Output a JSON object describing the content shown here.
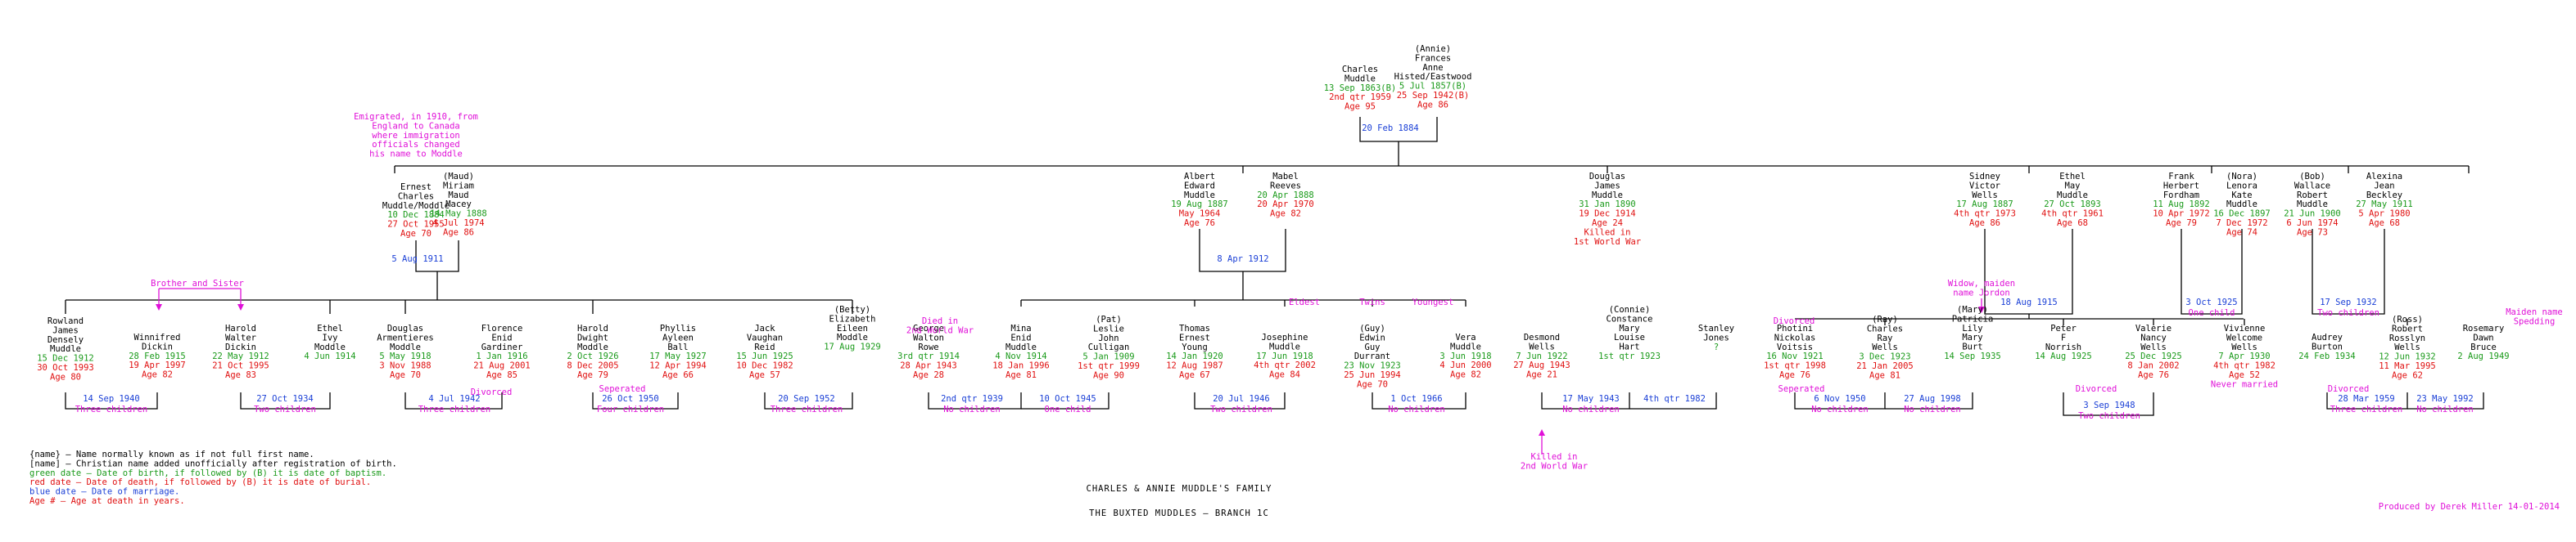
{
  "chart_data": {
    "type": "family-tree"
  },
  "title": {
    "line1": "CHARLES & ANNIE MUDDLE'S FAMILY",
    "line2": "THE BUXTED MUDDLES – BRANCH 1C"
  },
  "credit": "Produced by Derek Miller 14-01-2014",
  "legend": [
    {
      "text": "{name} – Name normally known as if not full first name.",
      "color": "k"
    },
    {
      "text": "[name] – Christian name added unofficially after registration of birth.",
      "color": "k"
    },
    {
      "text": "green date – Date of birth, if followed by (B) it is date of baptism.",
      "color": "g"
    },
    {
      "text": "red date – Date of death, if followed by (B) it is date of burial.",
      "color": "r"
    },
    {
      "text": "blue date – Date of marriage.",
      "color": "b"
    },
    {
      "text": "Age # – Age at death in years.",
      "color": "r"
    }
  ],
  "people": [
    {
      "id": "charles",
      "lines": [
        [
          "Charles",
          "k"
        ],
        [
          "Muddle",
          "k"
        ],
        [
          "13 Sep 1863(B)",
          "g"
        ],
        [
          "2nd qtr 1959",
          "r"
        ],
        [
          "Age 95",
          "r"
        ]
      ]
    },
    {
      "id": "annie",
      "lines": [
        [
          "(Annie)",
          "k"
        ],
        [
          "Frances",
          "k"
        ],
        [
          "Anne",
          "k"
        ],
        [
          "Histed/Eastwood",
          "k"
        ],
        [
          "5 Jul 1857(B)",
          "g"
        ],
        [
          "25 Sep 1942(B)",
          "r"
        ],
        [
          "Age 86",
          "r"
        ]
      ]
    },
    {
      "id": "ernest",
      "lines": [
        [
          "Ernest",
          "k"
        ],
        [
          "Charles",
          "k"
        ],
        [
          "Muddle/Moddle",
          "k"
        ],
        [
          "10 Dec 1884",
          "g"
        ],
        [
          "27 Oct 1955",
          "r"
        ],
        [
          "Age 70",
          "r"
        ]
      ]
    },
    {
      "id": "maud",
      "lines": [
        [
          "(Maud)",
          "k"
        ],
        [
          "Miriam",
          "k"
        ],
        [
          "Maud",
          "k"
        ],
        [
          "Macey",
          "k"
        ],
        [
          "14 May 1888",
          "g"
        ],
        [
          "4 Jul 1974",
          "r"
        ],
        [
          "Age 86",
          "r"
        ]
      ]
    },
    {
      "id": "albert",
      "lines": [
        [
          "Albert",
          "k"
        ],
        [
          "Edward",
          "k"
        ],
        [
          "Muddle",
          "k"
        ],
        [
          "19 Aug 1887",
          "g"
        ],
        [
          "May 1964",
          "r"
        ],
        [
          "Age 76",
          "r"
        ]
      ]
    },
    {
      "id": "mabel",
      "lines": [
        [
          "Mabel",
          "k"
        ],
        [
          "Reeves",
          "k"
        ],
        [
          "20 Apr 1888",
          "g"
        ],
        [
          "20 Apr 1970",
          "r"
        ],
        [
          "Age 82",
          "r"
        ]
      ]
    },
    {
      "id": "douglas",
      "lines": [
        [
          "Douglas",
          "k"
        ],
        [
          "James",
          "k"
        ],
        [
          "Muddle",
          "k"
        ],
        [
          "31 Jan 1890",
          "g"
        ],
        [
          "19 Dec 1914",
          "r"
        ],
        [
          "Age 24",
          "r"
        ],
        [
          "Killed in",
          "r"
        ],
        [
          "1st World War",
          "r"
        ]
      ]
    },
    {
      "id": "sidney",
      "lines": [
        [
          "Sidney",
          "k"
        ],
        [
          "Victor",
          "k"
        ],
        [
          "Wells",
          "k"
        ],
        [
          "17 Aug 1887",
          "g"
        ],
        [
          "4th qtr 1973",
          "r"
        ],
        [
          "Age 86",
          "r"
        ]
      ]
    },
    {
      "id": "ethelmay",
      "lines": [
        [
          "Ethel",
          "k"
        ],
        [
          "May",
          "k"
        ],
        [
          "Muddle",
          "k"
        ],
        [
          "27 Oct 1893",
          "g"
        ],
        [
          "4th qtr 1961",
          "r"
        ],
        [
          "Age 68",
          "r"
        ]
      ]
    },
    {
      "id": "frank",
      "lines": [
        [
          "Frank",
          "k"
        ],
        [
          "Herbert",
          "k"
        ],
        [
          "Fordham",
          "k"
        ],
        [
          "11 Aug 1892",
          "g"
        ],
        [
          "10 Apr 1972",
          "r"
        ],
        [
          "Age 79",
          "r"
        ]
      ]
    },
    {
      "id": "nora",
      "lines": [
        [
          "(Nora)",
          "k"
        ],
        [
          "Lenora",
          "k"
        ],
        [
          "Kate",
          "k"
        ],
        [
          "Muddle",
          "k"
        ],
        [
          "16 Dec 1897",
          "g"
        ],
        [
          "7 Dec 1972",
          "r"
        ],
        [
          "Age 74",
          "r"
        ]
      ]
    },
    {
      "id": "bob",
      "lines": [
        [
          "(Bob)",
          "k"
        ],
        [
          "Wallace",
          "k"
        ],
        [
          "Robert",
          "k"
        ],
        [
          "Muddle",
          "k"
        ],
        [
          "21 Jun 1900",
          "g"
        ],
        [
          "6 Jun 1974",
          "r"
        ],
        [
          "Age 73",
          "r"
        ]
      ]
    },
    {
      "id": "alexina",
      "lines": [
        [
          "Alexina",
          "k"
        ],
        [
          "Jean",
          "k"
        ],
        [
          "Beckley",
          "k"
        ],
        [
          "27 May 1911",
          "g"
        ],
        [
          "5 Apr 1980",
          "r"
        ],
        [
          "Age 68",
          "r"
        ]
      ]
    },
    {
      "id": "rowland",
      "lines": [
        [
          "Rowland",
          "k"
        ],
        [
          "James",
          "k"
        ],
        [
          "Densely",
          "k"
        ],
        [
          "Muddle",
          "k"
        ],
        [
          "15 Dec 1912",
          "g"
        ],
        [
          "30 Oct 1993",
          "r"
        ],
        [
          "Age 80",
          "r"
        ]
      ]
    },
    {
      "id": "winnifred",
      "lines": [
        [
          "Winnifred",
          "k"
        ],
        [
          "Dickin",
          "k"
        ],
        [
          "28 Feb 1915",
          "g"
        ],
        [
          "19 Apr 1997",
          "r"
        ],
        [
          "Age 82",
          "r"
        ]
      ]
    },
    {
      "id": "harold_d",
      "lines": [
        [
          "Harold",
          "k"
        ],
        [
          "Walter",
          "k"
        ],
        [
          "Dickin",
          "k"
        ],
        [
          "22 May 1912",
          "g"
        ],
        [
          "21 Oct 1995",
          "r"
        ],
        [
          "Age 83",
          "r"
        ]
      ]
    },
    {
      "id": "ethel_ivy",
      "lines": [
        [
          "Ethel",
          "k"
        ],
        [
          "Ivy",
          "k"
        ],
        [
          "Moddle",
          "k"
        ],
        [
          "4 Jun 1914",
          "g"
        ]
      ]
    },
    {
      "id": "douglas_a",
      "lines": [
        [
          "Douglas",
          "k"
        ],
        [
          "Armentieres",
          "k"
        ],
        [
          "Moddle",
          "k"
        ],
        [
          "5 May 1918",
          "g"
        ],
        [
          "3 Nov 1988",
          "r"
        ],
        [
          "Age 70",
          "r"
        ]
      ]
    },
    {
      "id": "florence",
      "lines": [
        [
          "Florence",
          "k"
        ],
        [
          "Enid",
          "k"
        ],
        [
          "Gardiner",
          "k"
        ],
        [
          "1 Jan 1916",
          "g"
        ],
        [
          "21 Aug 2001",
          "r"
        ],
        [
          "Age 85",
          "r"
        ]
      ]
    },
    {
      "id": "harold_m",
      "lines": [
        [
          "Harold",
          "k"
        ],
        [
          "Dwight",
          "k"
        ],
        [
          "Moddle",
          "k"
        ],
        [
          "2 Oct 1926",
          "g"
        ],
        [
          "8 Dec 2005",
          "r"
        ],
        [
          "Age 79",
          "r"
        ]
      ]
    },
    {
      "id": "phyllis",
      "lines": [
        [
          "Phyllis",
          "k"
        ],
        [
          "Ayleen",
          "k"
        ],
        [
          "Ball",
          "k"
        ],
        [
          "17 May 1927",
          "g"
        ],
        [
          "12 Apr 1994",
          "r"
        ],
        [
          "Age 66",
          "r"
        ]
      ]
    },
    {
      "id": "jack",
      "lines": [
        [
          "Jack",
          "k"
        ],
        [
          "Vaughan",
          "k"
        ],
        [
          "Reid",
          "k"
        ],
        [
          "15 Jun 1925",
          "g"
        ],
        [
          "10 Dec 1982",
          "r"
        ],
        [
          "Age 57",
          "r"
        ]
      ]
    },
    {
      "id": "betty",
      "lines": [
        [
          "(Betty)",
          "k"
        ],
        [
          "Elizabeth",
          "k"
        ],
        [
          "Eileen",
          "k"
        ],
        [
          "Moddle",
          "k"
        ],
        [
          "17 Aug 1929",
          "g"
        ]
      ]
    },
    {
      "id": "george",
      "lines": [
        [
          "George",
          "k"
        ],
        [
          "Walton",
          "k"
        ],
        [
          "Rowe",
          "k"
        ],
        [
          "3rd qtr 1914",
          "g"
        ],
        [
          "28 Apr 1943",
          "r"
        ],
        [
          "Age 28",
          "r"
        ]
      ]
    },
    {
      "id": "mina",
      "lines": [
        [
          "Mina",
          "k"
        ],
        [
          "Enid",
          "k"
        ],
        [
          "Muddle",
          "k"
        ],
        [
          "4 Nov 1914",
          "g"
        ],
        [
          "18 Jan 1996",
          "r"
        ],
        [
          "Age 81",
          "r"
        ]
      ]
    },
    {
      "id": "pat",
      "lines": [
        [
          "(Pat)",
          "k"
        ],
        [
          "Leslie",
          "k"
        ],
        [
          "John",
          "k"
        ],
        [
          "Culligan",
          "k"
        ],
        [
          "5 Jan 1909",
          "g"
        ],
        [
          "1st qtr 1999",
          "r"
        ],
        [
          "Age 90",
          "r"
        ]
      ]
    },
    {
      "id": "thomas",
      "lines": [
        [
          "Thomas",
          "k"
        ],
        [
          "Ernest",
          "k"
        ],
        [
          "Young",
          "k"
        ],
        [
          "14 Jan 1920",
          "g"
        ],
        [
          "12 Aug 1987",
          "r"
        ],
        [
          "Age 67",
          "r"
        ]
      ]
    },
    {
      "id": "josephine",
      "lines": [
        [
          "Josephine",
          "k"
        ],
        [
          "Muddle",
          "k"
        ],
        [
          "17 Jun 1918",
          "g"
        ],
        [
          "4th qtr 2002",
          "r"
        ],
        [
          "Age 84",
          "r"
        ]
      ]
    },
    {
      "id": "guy",
      "lines": [
        [
          "(Guy)",
          "k"
        ],
        [
          "Edwin",
          "k"
        ],
        [
          "Guy",
          "k"
        ],
        [
          "Durrant",
          "k"
        ],
        [
          "23 Nov 1923",
          "g"
        ],
        [
          "25 Jun 1994",
          "r"
        ],
        [
          "Age 70",
          "r"
        ]
      ]
    },
    {
      "id": "vera",
      "lines": [
        [
          "Vera",
          "k"
        ],
        [
          "Muddle",
          "k"
        ],
        [
          "3 Jun 1918",
          "g"
        ],
        [
          "4 Jun 2000",
          "r"
        ],
        [
          "Age 82",
          "r"
        ]
      ]
    },
    {
      "id": "desmond",
      "lines": [
        [
          "Desmond",
          "k"
        ],
        [
          "Wells",
          "k"
        ],
        [
          "7 Jun 1922",
          "g"
        ],
        [
          "27 Aug 1943",
          "r"
        ],
        [
          "Age 21",
          "r"
        ]
      ]
    },
    {
      "id": "connie",
      "lines": [
        [
          "(Connie)",
          "k"
        ],
        [
          "Constance",
          "k"
        ],
        [
          "Mary",
          "k"
        ],
        [
          "Louise",
          "k"
        ],
        [
          "Hart",
          "k"
        ],
        [
          "1st qtr 1923",
          "g"
        ]
      ]
    },
    {
      "id": "stanley",
      "lines": [
        [
          "Stanley",
          "k"
        ],
        [
          "Jones",
          "k"
        ],
        [
          "?",
          "g"
        ]
      ]
    },
    {
      "id": "photini",
      "lines": [
        [
          "Photini",
          "k"
        ],
        [
          "Nickolas",
          "k"
        ],
        [
          "Voitsis",
          "k"
        ],
        [
          "16 Nov 1921",
          "g"
        ],
        [
          "1st qtr 1998",
          "r"
        ],
        [
          "Age 76",
          "r"
        ]
      ]
    },
    {
      "id": "ray",
      "lines": [
        [
          "(Ray)",
          "k"
        ],
        [
          "Charles",
          "k"
        ],
        [
          "Ray",
          "k"
        ],
        [
          "Wells",
          "k"
        ],
        [
          "3 Dec 1923",
          "g"
        ],
        [
          "21 Jan 2005",
          "r"
        ],
        [
          "Age 81",
          "r"
        ]
      ]
    },
    {
      "id": "mary",
      "lines": [
        [
          "(Mary)",
          "k"
        ],
        [
          "Patricia",
          "k"
        ],
        [
          "Lily",
          "k"
        ],
        [
          "Mary",
          "k"
        ],
        [
          "Burt",
          "k"
        ],
        [
          "14 Sep 1935",
          "g"
        ]
      ]
    },
    {
      "id": "peter",
      "lines": [
        [
          "Peter",
          "k"
        ],
        [
          "F",
          "k"
        ],
        [
          "Norrish",
          "k"
        ],
        [
          "14 Aug 1925",
          "g"
        ]
      ]
    },
    {
      "id": "valerie",
      "lines": [
        [
          "Valerie",
          "k"
        ],
        [
          "Nancy",
          "k"
        ],
        [
          "Wells",
          "k"
        ],
        [
          "25 Dec 1925",
          "g"
        ],
        [
          "8 Jan 2002",
          "r"
        ],
        [
          "Age 76",
          "r"
        ]
      ]
    },
    {
      "id": "vivienne",
      "lines": [
        [
          "Vivienne",
          "k"
        ],
        [
          "Welcome",
          "k"
        ],
        [
          "Wells",
          "k"
        ],
        [
          "7 Apr 1930",
          "g"
        ],
        [
          "4th qtr 1982",
          "r"
        ],
        [
          "Age 52",
          "r"
        ],
        [
          "Never married",
          "m"
        ]
      ]
    },
    {
      "id": "audrey",
      "lines": [
        [
          "Audrey",
          "k"
        ],
        [
          "Burton",
          "k"
        ],
        [
          "24 Feb 1934",
          "g"
        ]
      ]
    },
    {
      "id": "ross",
      "lines": [
        [
          "(Ross)",
          "k"
        ],
        [
          "Robert",
          "k"
        ],
        [
          "Rosslyn",
          "k"
        ],
        [
          "Wells",
          "k"
        ],
        [
          "12 Jun 1932",
          "g"
        ],
        [
          "11 Mar 1995",
          "r"
        ],
        [
          "Age 62",
          "r"
        ]
      ]
    },
    {
      "id": "rosemary",
      "lines": [
        [
          "Rosemary",
          "k"
        ],
        [
          "Dawn",
          "k"
        ],
        [
          "Bruce",
          "k"
        ],
        [
          "2 Aug 1949",
          "g"
        ]
      ]
    }
  ],
  "marriages": [
    {
      "date": "20 Feb 1884",
      "children": ""
    },
    {
      "date": "5 Aug 1911",
      "children": ""
    },
    {
      "date": "8 Apr 1912",
      "children": ""
    },
    {
      "date": "18 Aug 1915",
      "children": ""
    },
    {
      "date": "3 Oct 1925",
      "children": "One child"
    },
    {
      "date": "17 Sep 1932",
      "children": "Two children"
    },
    {
      "date": "14 Sep 1940",
      "children": "Three children"
    },
    {
      "date": "27 Oct 1934",
      "children": "Two children"
    },
    {
      "date": "4 Jul 1942",
      "children": "Three children"
    },
    {
      "date": "26 Oct 1950",
      "children": "Four children"
    },
    {
      "date": "20 Sep 1952",
      "children": "Three children"
    },
    {
      "date": "2nd qtr 1939",
      "children": "No children"
    },
    {
      "date": "10 Oct 1945",
      "children": "One child"
    },
    {
      "date": "20 Jul 1946",
      "children": "Two children"
    },
    {
      "date": "1 Oct 1966",
      "children": "No children"
    },
    {
      "date": "17 May 1943",
      "children": "No children"
    },
    {
      "date": "4th qtr 1982",
      "children": ""
    },
    {
      "date": "6 Nov 1950",
      "children": "No children"
    },
    {
      "date": "27 Aug 1998",
      "children": "No children"
    },
    {
      "date": "3 Sep 1948",
      "children": "Two children"
    },
    {
      "date": "28 Mar 1959",
      "children": "Three children"
    },
    {
      "date": "23 May 1992",
      "children": "No children"
    }
  ],
  "notes": [
    [
      "Emigrated, in 1910, from",
      "England to Canada",
      "where immigration",
      "officials changed",
      "his name to Moddle"
    ],
    [
      "Brother and Sister"
    ],
    [
      "Died in",
      "2nd World War"
    ],
    [
      "Eldest"
    ],
    [
      "Twins"
    ],
    [
      "Youngest"
    ],
    [
      "Widow, maiden",
      "name Jordon"
    ],
    [
      "Divorced"
    ],
    [
      "Seperated"
    ],
    [
      "Divorced"
    ],
    [
      "Seperated"
    ],
    [
      "Divorced"
    ],
    [
      "Divorced"
    ],
    [
      "Maiden name",
      "Spedding"
    ],
    [
      "Killed in",
      "2nd World War"
    ]
  ]
}
